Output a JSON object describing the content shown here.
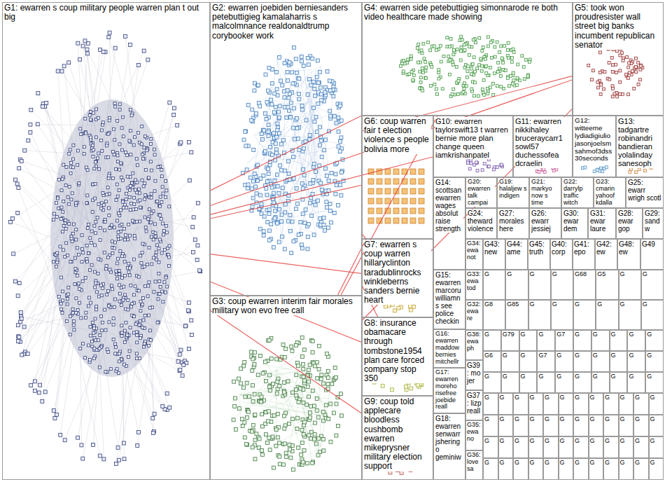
{
  "diagram": {
    "nodes": [
      {
        "text": [
          "G1: ewarren s coup military people warren plan t out big"
        ]
      },
      {
        "text": [
          "G2: ewarren joebiden berniesanders petebuttigieg kamalaharris s malcolmnance realdonaldtrump corybooker work"
        ]
      },
      {
        "text": [
          "G3: coup ewarren interim fair morales military won evo free call"
        ]
      },
      {
        "text": [
          "G4: ewarren side petebuttigieg simonnarode re both video healthcare made showing"
        ]
      },
      {
        "text": [
          "G5: took won proudresister wall street big banks incumbent republican senator"
        ]
      },
      {
        "text": [
          "G6: coup warren fair t election violence s people bolivia more"
        ]
      },
      {
        "text": [
          "G7: ewarren s coup warren hillaryclinton taradublinrocks winkleberns sanders bernie heart"
        ]
      },
      {
        "text": [
          "G8: insurance obamacare through tombstone1954 plan care forced company stop 350"
        ]
      },
      {
        "text": [
          "G9: coup told applecare bloodless cushbomb ewarren mikeprysner military election support"
        ]
      },
      {
        "text": [
          "G10: ewarren taylorswift13 t warren bernie more plan change queen iamkrishanpatel"
        ]
      },
      {
        "text": [
          "G11: ewarren nikkihaley bruceraycarr1 sowl57 duchessofea dcraelin"
        ]
      },
      {
        "text": [
          "G12: witteeme lydiadigiulio jasonjoelsm sahmof3dss 30seconds"
        ]
      },
      {
        "text": [
          "G13: tadgartre robinandri bandieran yolalinday sanesoph"
        ]
      },
      {
        "text": [
          "G14: scottsan ewarren wages absolut raise strength"
        ]
      },
      {
        "text": [
          "G20: ewarren talk campai"
        ]
      },
      {
        "text": [
          "G19: halaljew s indigen"
        ]
      },
      {
        "text": [
          "G21: markyo now s time"
        ]
      },
      {
        "text": [
          "G22: darrylp traffic witch"
        ]
      },
      {
        "text": [
          "G23: cmarin yahoof kdalla"
        ]
      },
      {
        "text": [
          "G25: ewarr wrigh scotl"
        ]
      },
      {
        "text": [
          "G24: theward violence"
        ]
      },
      {
        "text": [
          "G27: morales here"
        ]
      },
      {
        "text": [
          "G26: ewarr jessiej"
        ]
      },
      {
        "text": [
          "G30: ewar dem"
        ]
      },
      {
        "text": [
          "G31: ewar laure"
        ]
      },
      {
        "text": [
          "G28: ewar gop"
        ]
      },
      {
        "text": [
          "G29: sand w"
        ]
      },
      {
        "text": [
          "G15: ewarren marcoru williamn s see police checkin"
        ]
      },
      {
        "text": [
          "G16: ewarren maddow bernies mitchellr"
        ]
      },
      {
        "text": [
          "G17: ewarren moreho risefree joebide reall"
        ]
      },
      {
        "text": [
          "G18: ewarren senwarr jsheringo geminiw"
        ]
      },
      {
        "text": [
          "G34: ewa not"
        ]
      },
      {
        "text": [
          "G33: ewa tod"
        ]
      },
      {
        "text": [
          "G32: ewa re"
        ]
      },
      {
        "text": [
          "G38: ewa ph"
        ]
      },
      {
        "text": [
          "G39: mo jer"
        ]
      },
      {
        "text": [
          "G37: lizp reall"
        ]
      },
      {
        "text": [
          "G35: ewa no"
        ]
      },
      {
        "text": [
          "G36: love sa"
        ]
      },
      {
        "text": [
          "G43: new"
        ]
      },
      {
        "text": [
          "G44: ame"
        ]
      },
      {
        "text": [
          "G45: truth"
        ]
      },
      {
        "text": [
          "G40: corp"
        ]
      },
      {
        "text": [
          "G41: epo"
        ]
      },
      {
        "text": [
          "G42: ew"
        ]
      },
      {
        "text": [
          "G48: ew"
        ]
      },
      {
        "text": [
          "G49"
        ]
      },
      {
        "text": [
          "G"
        ]
      },
      {
        "text": [
          "G"
        ]
      },
      {
        "text": [
          "G"
        ]
      },
      {
        "text": [
          "G"
        ]
      },
      {
        "text": [
          "G68"
        ]
      },
      {
        "text": [
          "G5"
        ]
      },
      {
        "text": [
          "G"
        ]
      },
      {
        "text": [
          "G"
        ]
      },
      {
        "text": [
          "G8"
        ]
      },
      {
        "text": [
          "G85"
        ]
      },
      {
        "text": [
          "G"
        ]
      },
      {
        "text": [
          "G"
        ]
      },
      {
        "text": [
          "G"
        ]
      },
      {
        "text": [
          "G"
        ]
      },
      {
        "text": [
          "G"
        ]
      },
      {
        "text": [
          "G"
        ]
      },
      {
        "text": [
          "G"
        ]
      },
      {
        "text": [
          "G79"
        ]
      },
      {
        "text": [
          "G"
        ]
      },
      {
        "text": [
          "G"
        ]
      },
      {
        "text": [
          "G7"
        ]
      },
      {
        "text": [
          "G"
        ]
      },
      {
        "text": [
          "G"
        ]
      },
      {
        "text": [
          "G"
        ]
      },
      {
        "text": [
          "G"
        ]
      },
      {
        "text": [
          "G"
        ]
      },
      {
        "text": [
          "G6"
        ]
      },
      {
        "text": [
          "G"
        ]
      },
      {
        "text": [
          "G"
        ]
      },
      {
        "text": [
          "G7"
        ]
      },
      {
        "text": [
          "G"
        ]
      },
      {
        "text": [
          "G"
        ]
      },
      {
        "text": [
          "G"
        ]
      },
      {
        "text": [
          "G"
        ]
      },
      {
        "text": [
          "G"
        ]
      },
      {
        "text": [
          "G"
        ]
      },
      {
        "text": [
          "G"
        ]
      },
      {
        "text": [
          "G"
        ]
      },
      {
        "text": [
          "G"
        ]
      },
      {
        "text": [
          "G"
        ]
      },
      {
        "text": [
          "G"
        ]
      },
      {
        "text": [
          "G"
        ]
      },
      {
        "text": [
          "G"
        ]
      },
      {
        "text": [
          "G"
        ]
      },
      {
        "text": [
          "G"
        ]
      },
      {
        "text": [
          "G"
        ]
      },
      {
        "text": [
          "G"
        ]
      },
      {
        "text": [
          "G"
        ]
      },
      {
        "text": [
          "G"
        ]
      },
      {
        "text": [
          "G"
        ]
      },
      {
        "text": [
          "G"
        ]
      },
      {
        "text": [
          "G"
        ]
      },
      {
        "text": [
          "G"
        ]
      },
      {
        "text": [
          "G"
        ]
      },
      {
        "text": [
          "G"
        ]
      },
      {
        "text": [
          "G"
        ]
      },
      {
        "text": [
          "G"
        ]
      },
      {
        "text": [
          "G"
        ]
      },
      {
        "text": [
          "G"
        ]
      },
      {
        "text": [
          "G"
        ]
      },
      {
        "text": [
          "G"
        ]
      },
      {
        "text": [
          "G"
        ]
      },
      {
        "text": [
          "G"
        ]
      },
      {
        "text": [
          "G"
        ]
      },
      {
        "text": [
          "G"
        ]
      },
      {
        "text": [
          "G"
        ]
      },
      {
        "text": [
          "G"
        ]
      },
      {
        "text": [
          "G"
        ]
      },
      {
        "text": [
          "G"
        ]
      },
      {
        "text": [
          "G"
        ]
      },
      {
        "text": [
          "G"
        ]
      },
      {
        "text": [
          "G"
        ]
      },
      {
        "text": [
          "G"
        ]
      },
      {
        "text": [
          "G"
        ]
      },
      {
        "text": [
          "G"
        ]
      },
      {
        "text": [
          "G"
        ]
      },
      {
        "text": [
          "G"
        ]
      },
      {
        "text": [
          "G"
        ]
      },
      {
        "text": [
          "G"
        ]
      },
      {
        "text": [
          "G"
        ]
      },
      {
        "text": [
          "G"
        ]
      },
      {
        "text": [
          "G"
        ]
      },
      {
        "text": [
          "G"
        ]
      },
      {
        "text": [
          "G"
        ]
      },
      {
        "text": [
          "G"
        ]
      },
      {
        "text": [
          "G"
        ]
      },
      {
        "text": [
          "G"
        ]
      },
      {
        "text": [
          "G"
        ]
      },
      {
        "text": [
          "G"
        ]
      },
      {
        "text": [
          "G"
        ]
      },
      {
        "text": [
          "G"
        ]
      },
      {
        "text": [
          "G"
        ]
      },
      {
        "text": [
          "G"
        ]
      },
      {
        "text": [
          "G"
        ]
      }
    ],
    "edges": [
      {
        "from": 0,
        "to": 3,
        "arrow": "none"
      },
      {
        "from": 0,
        "to": 4,
        "arrow": "none"
      },
      {
        "from": 0,
        "to": 5,
        "arrow": "none"
      },
      {
        "from": 0,
        "to": 6,
        "arrow": "none"
      },
      {
        "from": 0,
        "to": 7,
        "arrow": "none"
      },
      {
        "from": 0,
        "to": 8,
        "arrow": "none"
      },
      {
        "from": 0,
        "to": 9,
        "arrow": "none"
      },
      {
        "from": 1,
        "to": 4,
        "arrow": "none"
      },
      {
        "from": 1,
        "to": 5,
        "arrow": "none"
      },
      {
        "from": 1,
        "to": 6,
        "arrow": "none"
      },
      {
        "from": 1,
        "to": 7,
        "arrow": "none"
      },
      {
        "from": 2,
        "to": 3,
        "arrow": "none"
      },
      {
        "from": 2,
        "to": 4,
        "arrow": "none"
      },
      {
        "from": 2,
        "to": 5,
        "arrow": "none"
      }
    ]
  }
}
